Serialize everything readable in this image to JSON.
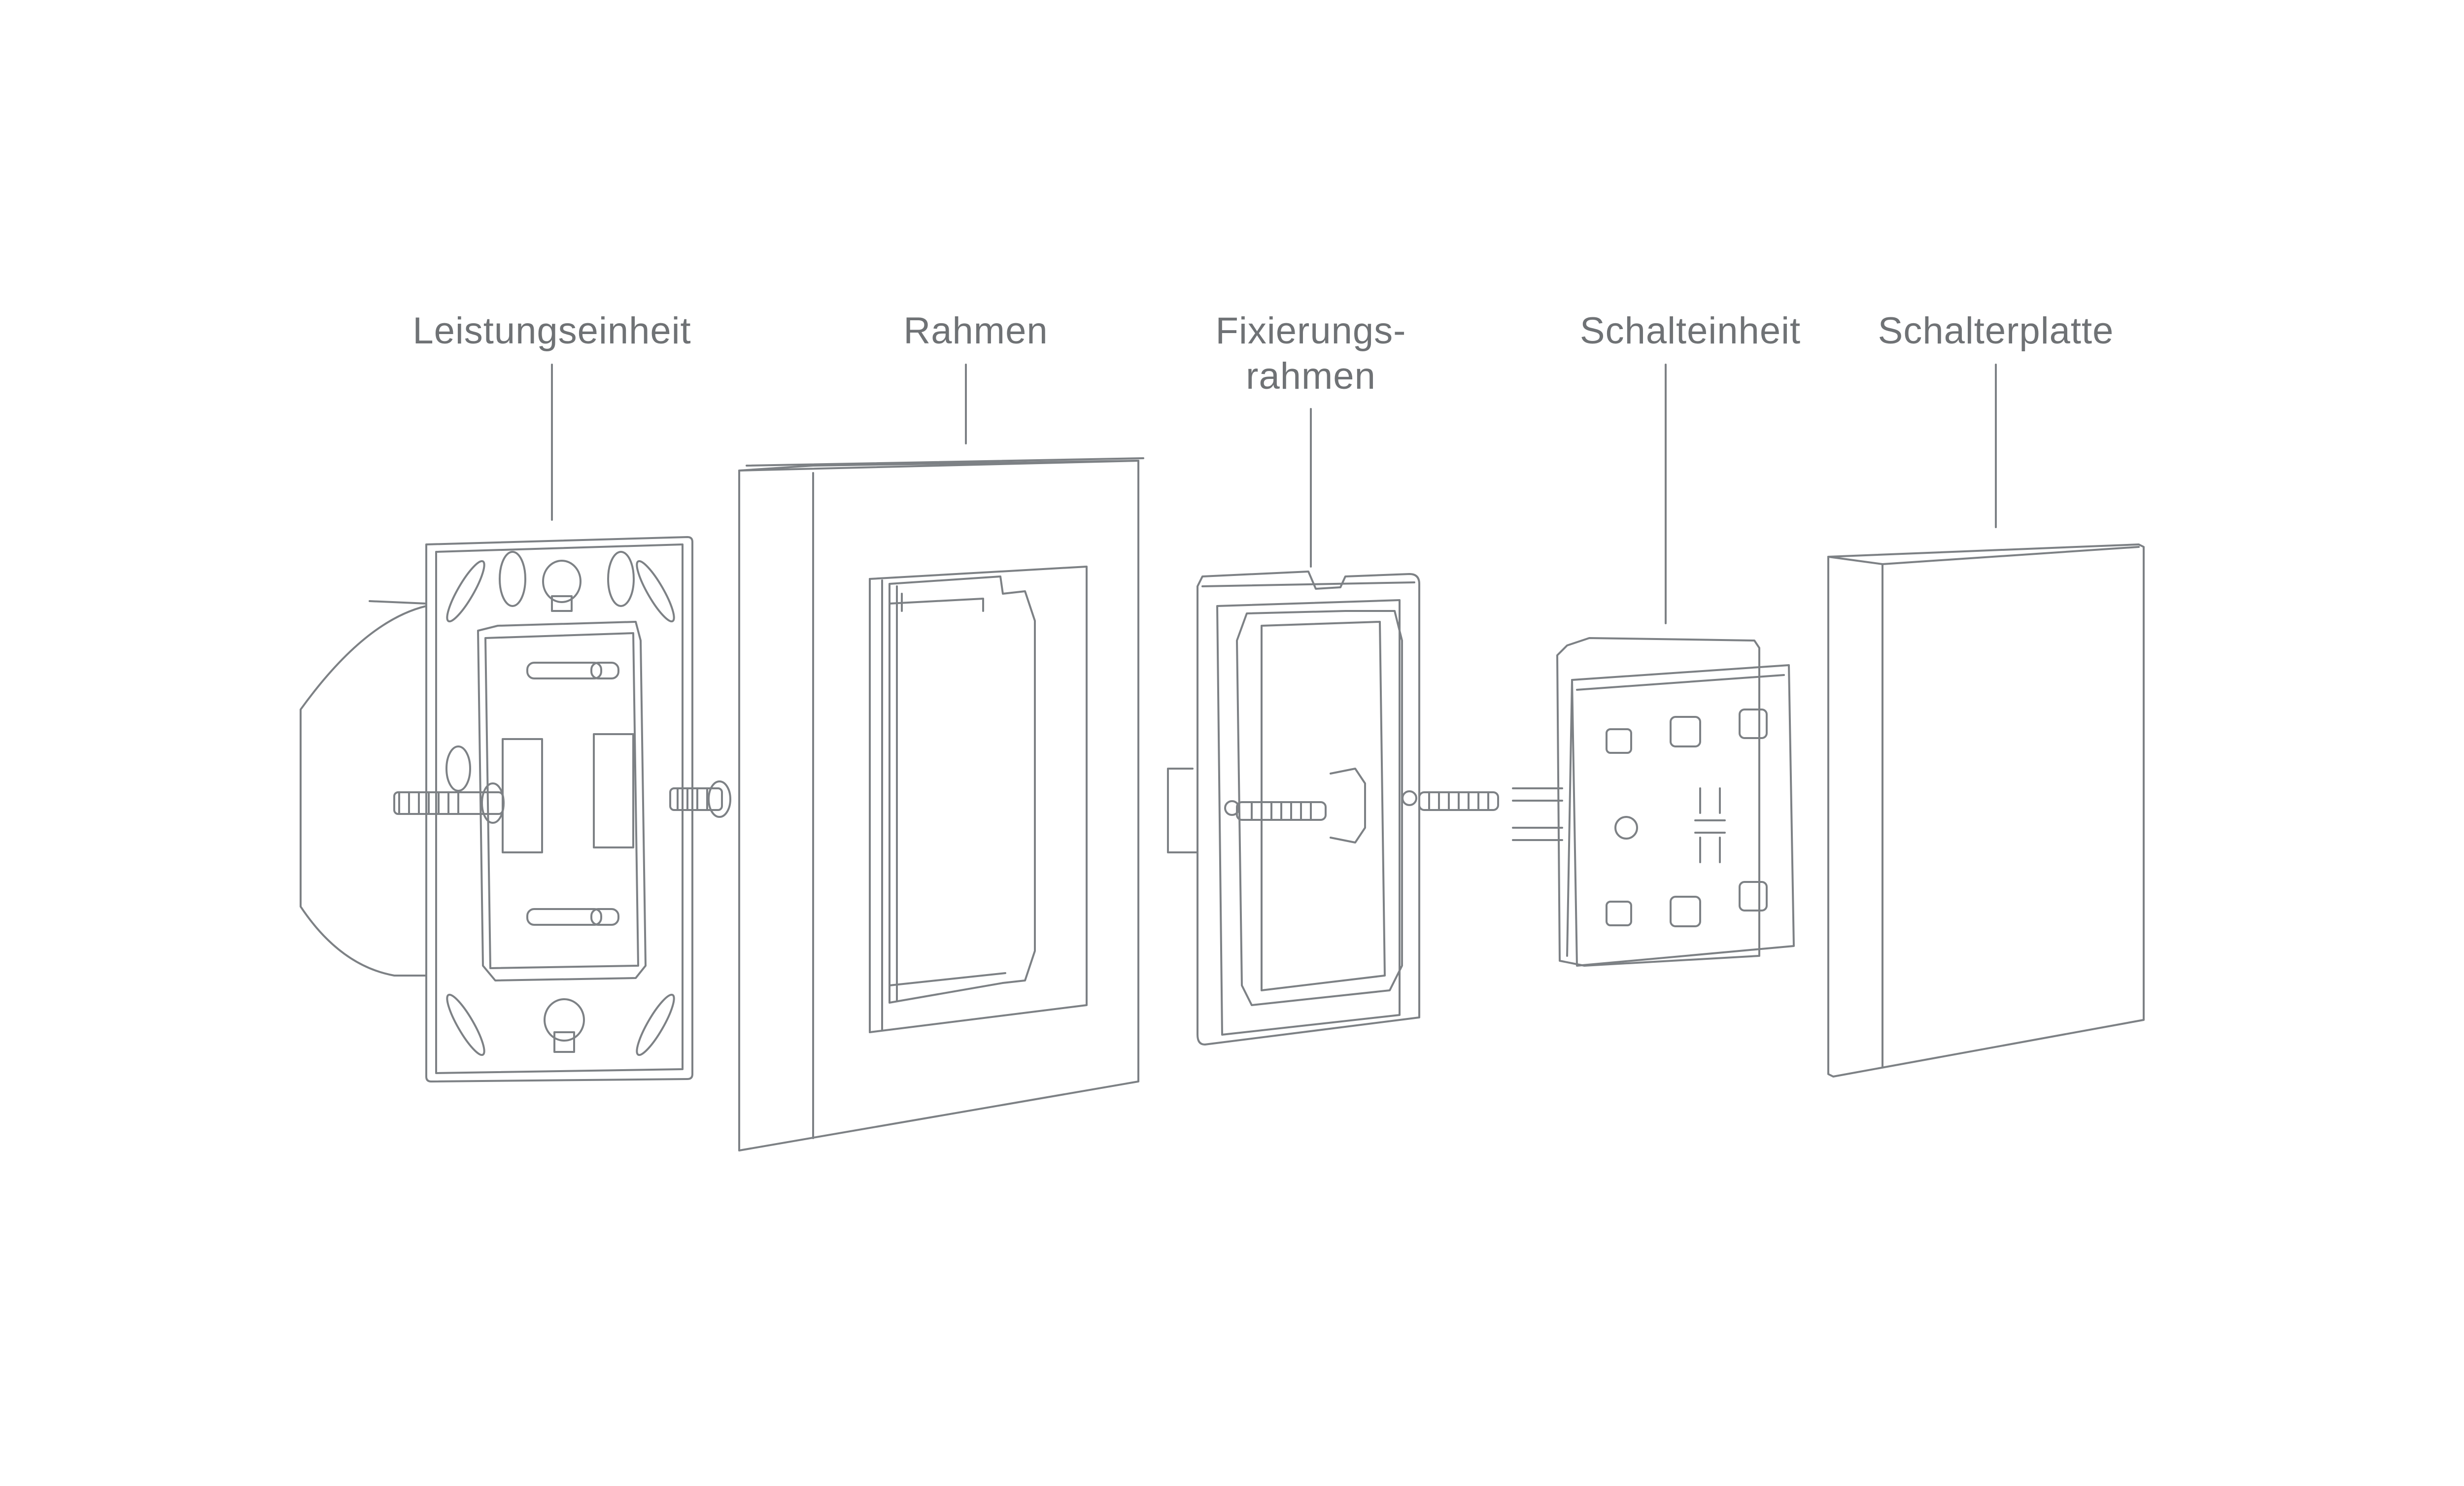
{
  "labels": {
    "leistungseinheit": "Leistungseinheit",
    "rahmen": "Rahmen",
    "fixierungsrahmen_line1": "Fixierungs-",
    "fixierungsrahmen_line2": "rahmen",
    "schalteinheit": "Schalteinheit",
    "schalterplatte": "Schalterplatte"
  },
  "colors": {
    "background": "#ffffff",
    "stroke": "#7d8185",
    "label_text": "#6f7275"
  }
}
